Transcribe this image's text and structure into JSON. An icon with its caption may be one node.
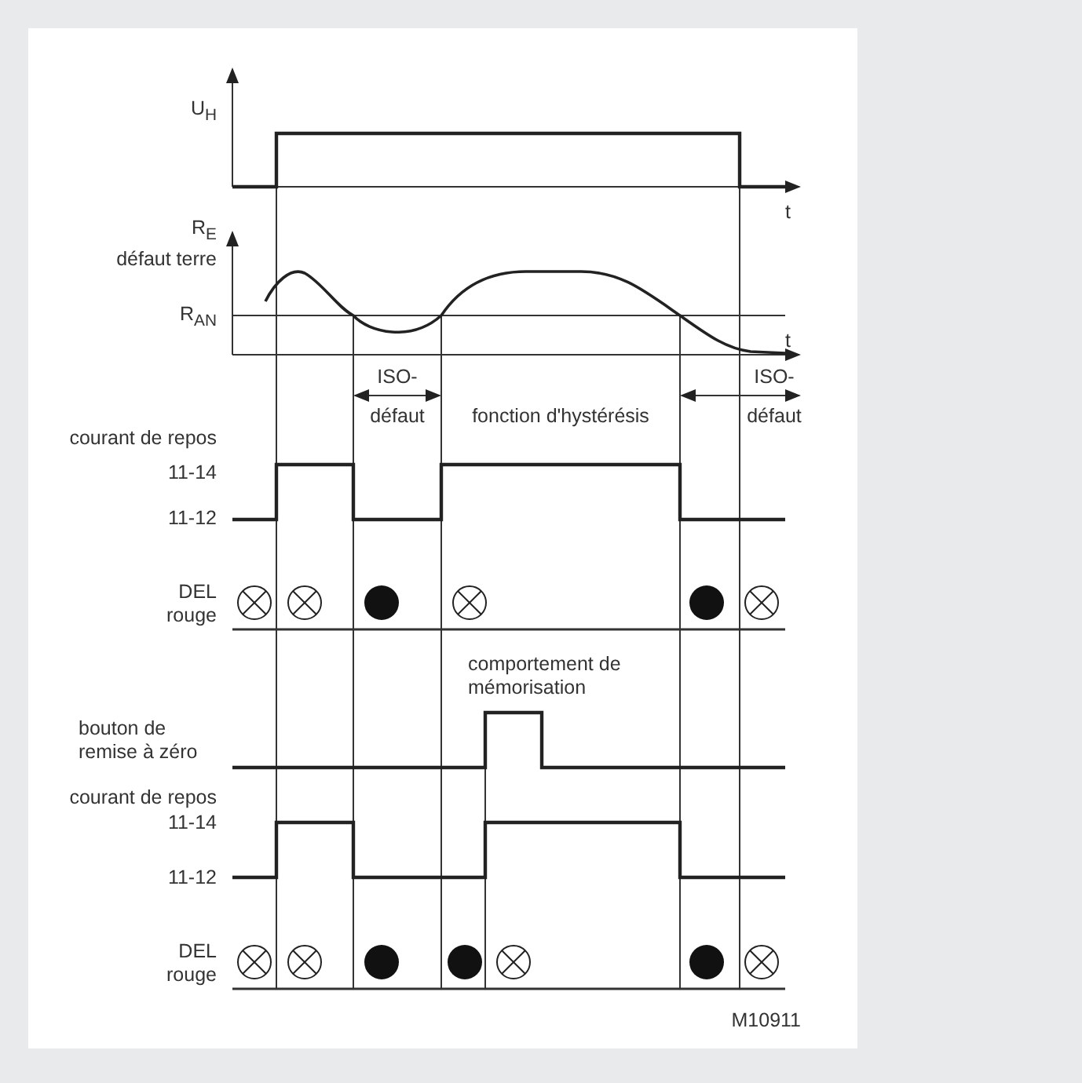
{
  "diagram": {
    "labels": [
      "U$_{H}$",
      "t",
      "R$_{E}$",
      "défaut terre",
      "R$_{AN}$",
      "t",
      "ISO-",
      "ISO-",
      "défaut",
      "fonction d'hystérésis",
      "défaut",
      "courant de repos",
      "11-14",
      "11-12",
      "DEL rouge",
      "comportement de mémorisation",
      "bouton de remise à zéro",
      "courant de repos",
      "11-14",
      "11-12",
      "DEL rouge",
      "M10911"
    ]
  }
}
